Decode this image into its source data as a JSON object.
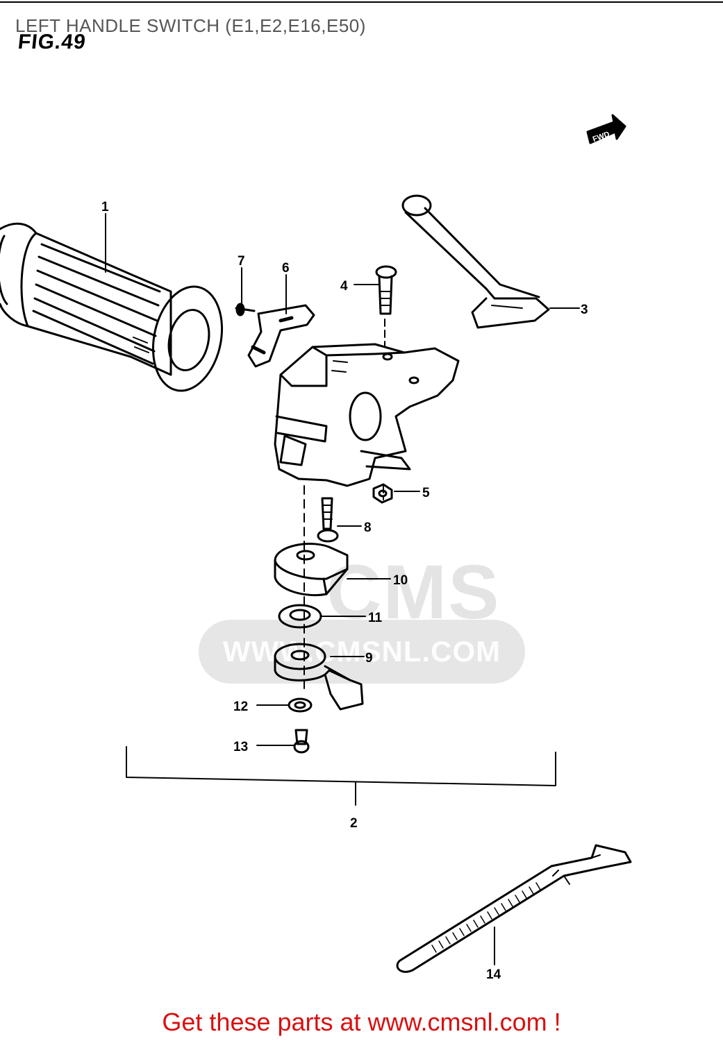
{
  "header": {
    "title": "LEFT HANDLE SWITCH (E1,E2,E16,E50)",
    "figure_label": "FIG.49"
  },
  "direction_marker": {
    "label": "FWD",
    "icon": "arrow-right-icon"
  },
  "callouts": {
    "p1": "1",
    "p2": "2",
    "p3": "3",
    "p4": "4",
    "p5": "5",
    "p6": "6",
    "p7": "7",
    "p8": "8",
    "p9": "9",
    "p10": "10",
    "p11": "11",
    "p12": "12",
    "p13": "13",
    "p14": "14"
  },
  "watermark": {
    "brand": "CMS",
    "url": "WWW.CMSNL.COM"
  },
  "footer": {
    "cta": "Get these parts at www.cmsnl.com !"
  },
  "colors": {
    "cta": "#d81010",
    "title": "#555555",
    "line": "#000000",
    "watermark": "#d2d2d2"
  }
}
